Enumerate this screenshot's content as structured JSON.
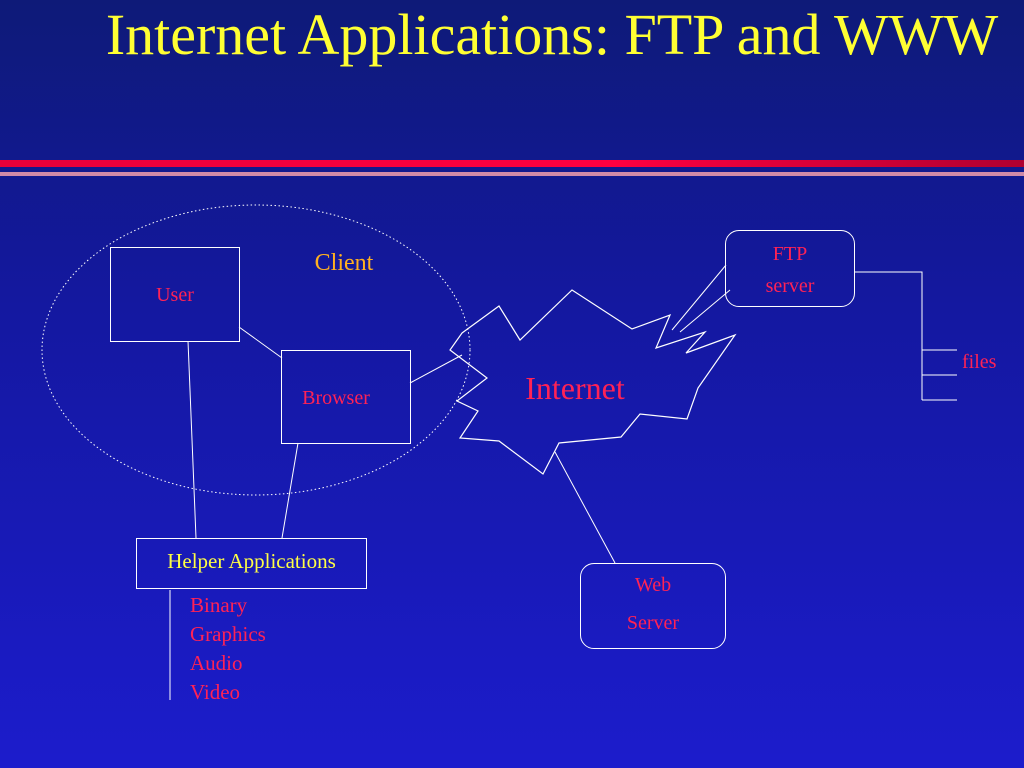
{
  "title": "Internet Applications: FTP and WWW",
  "nodes": {
    "client": "Client",
    "user": "User",
    "browser": "Browser",
    "internet": "Internet",
    "ftp_server": [
      "FTP",
      "server"
    ],
    "files": "files",
    "web_server": [
      "Web",
      "Server"
    ],
    "helper_applications": "Helper Applications"
  },
  "helper_types": [
    "Binary",
    "Graphics",
    "Audio",
    "Video"
  ],
  "colors": {
    "title": "#ffff33",
    "label_red": "#ff2255",
    "label_orange": "#ffb020",
    "label_yellow": "#ffff44",
    "rule_red": "#ff0040",
    "rule_pink": "#d08aa8"
  }
}
